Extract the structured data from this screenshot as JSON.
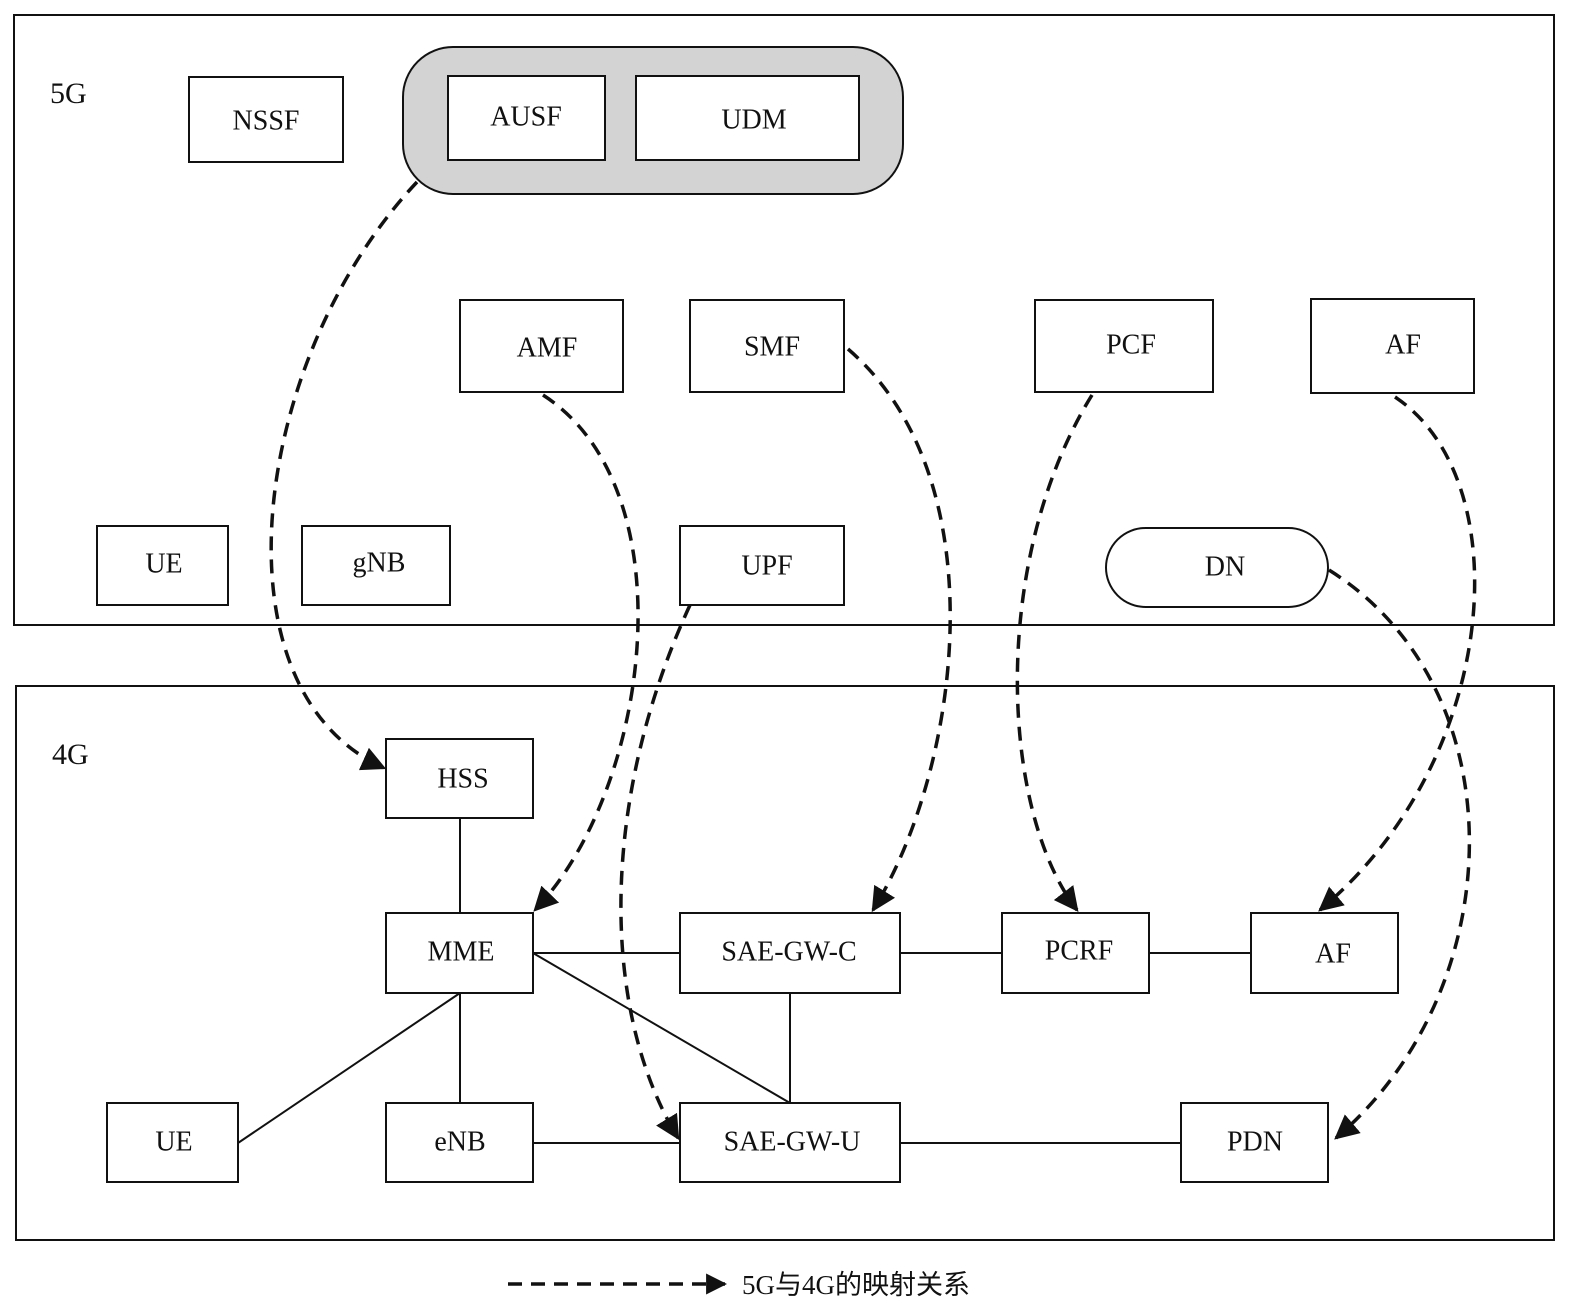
{
  "regions": {
    "g5": "5G",
    "g4": "4G"
  },
  "nodes5g": {
    "nssf": "NSSF",
    "ausf": "AUSF",
    "udm": "UDM",
    "amf": "AMF",
    "smf": "SMF",
    "pcf": "PCF",
    "af": "AF",
    "ue": "UE",
    "gnb": "gNB",
    "upf": "UPF",
    "dn": "DN"
  },
  "nodes4g": {
    "hss": "HSS",
    "mme": "MME",
    "saegwc": "SAE-GW-C",
    "pcrf": "PCRF",
    "af": "AF",
    "ue": "UE",
    "enb": "eNB",
    "saegwu": "SAE-GW-U",
    "pdn": "PDN"
  },
  "legend": {
    "label": "5G与4G的映射关系"
  },
  "colors": {
    "stroke": "#111111",
    "group_fill": "#d3d3d3",
    "background": "#ffffff"
  }
}
